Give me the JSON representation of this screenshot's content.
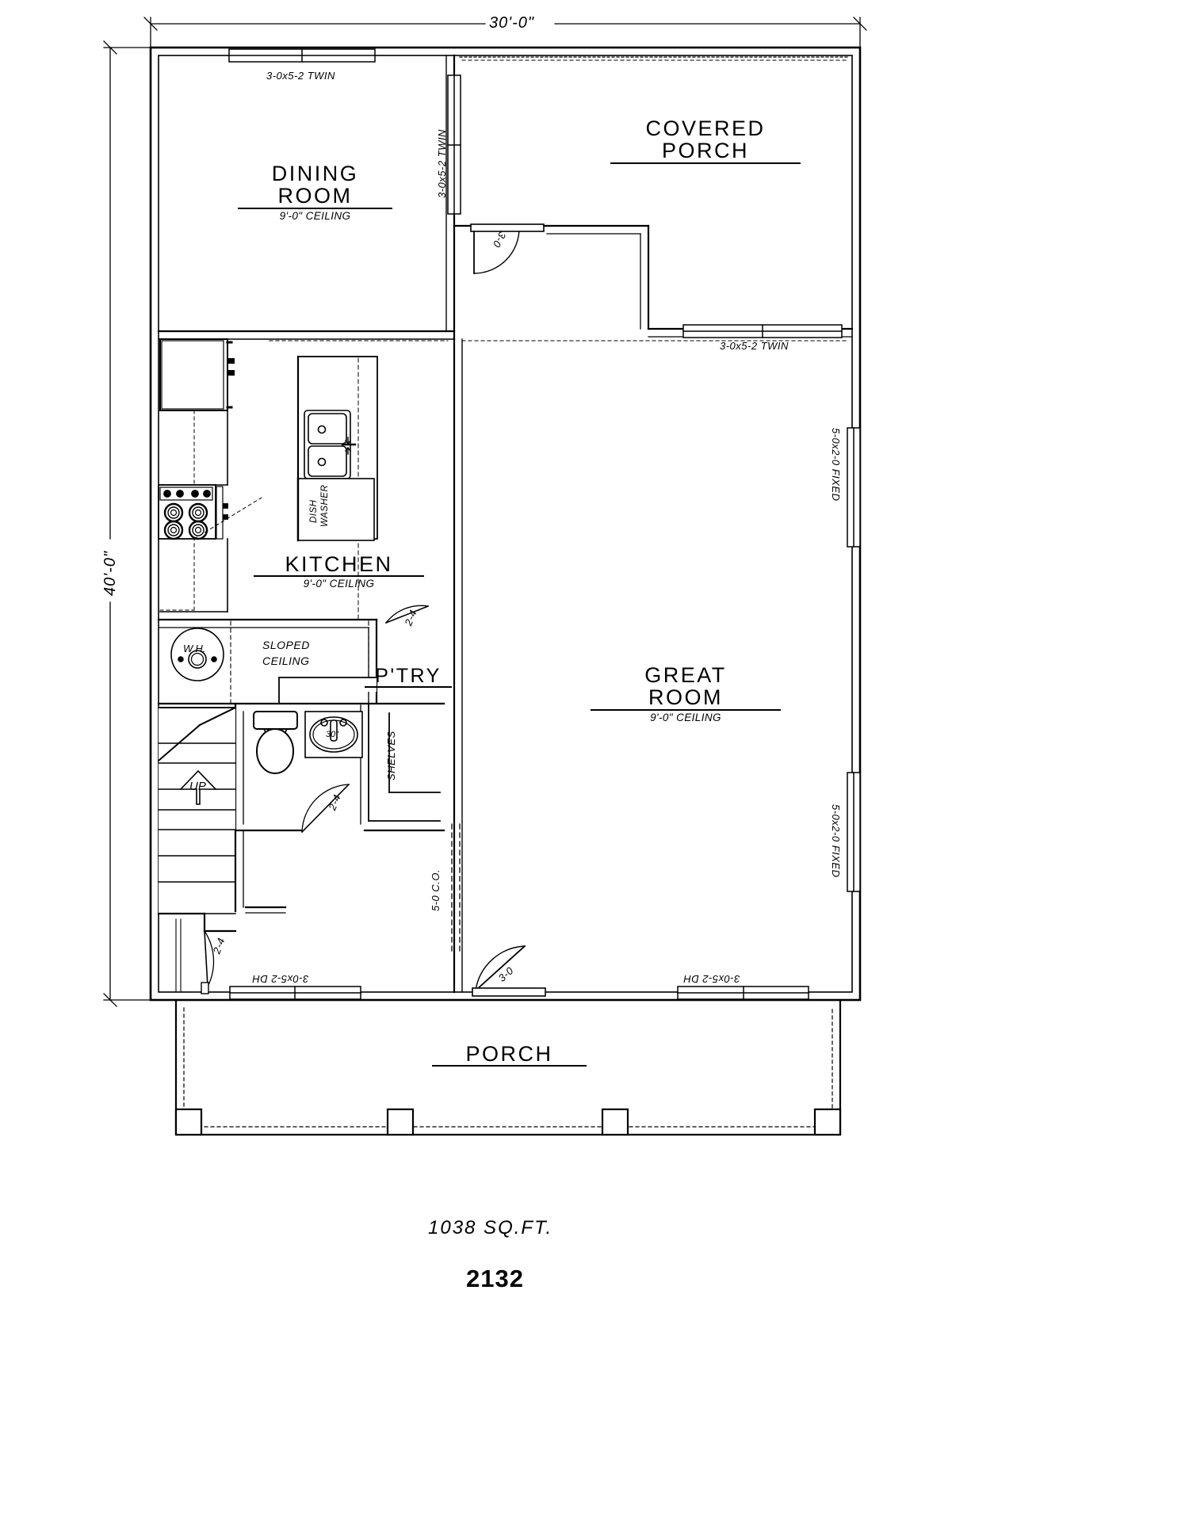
{
  "sheet": {
    "overall_width_dim": "30'-0\"",
    "overall_height_dim": "40'-0\"",
    "square_footage": "1038 SQ.FT.",
    "plan_number": "2132"
  },
  "rooms": [
    {
      "name": "DINING\nROOM",
      "line1": "DINING",
      "line2": "ROOM",
      "ceiling": "9'-0\" CEILING"
    },
    {
      "name": "KITCHEN",
      "line1": "KITCHEN",
      "line2": "",
      "ceiling": "9'-0\" CEILING"
    },
    {
      "name": "GREAT ROOM",
      "line1": "GREAT",
      "line2": "ROOM",
      "ceiling": "9'-0\" CEILING"
    },
    {
      "name": "COVERED PORCH",
      "line1": "COVERED",
      "line2": "PORCH",
      "ceiling": ""
    },
    {
      "name": "PORCH",
      "line1": "PORCH",
      "line2": "",
      "ceiling": ""
    }
  ],
  "labels": {
    "dining_room_1": "DINING",
    "dining_room_2": "ROOM",
    "dining_ceiling": "9'-0\" CEILING",
    "kitchen": "KITCHEN",
    "kitchen_ceiling": "9'-0\" CEILING",
    "great_room_1": "GREAT",
    "great_room_2": "ROOM",
    "great_ceiling": "9'-0\" CEILING",
    "covered_porch_1": "COVERED",
    "covered_porch_2": "PORCH",
    "porch": "PORCH",
    "pantry": "P'TRY",
    "shelves": "SHELVES",
    "sloped_ceiling_1": "SLOPED",
    "sloped_ceiling_2": "CEILING",
    "water_heater": "W.H.",
    "dishwasher_1": "DISH",
    "dishwasher_2": "WASHER",
    "lav_size": "30\"",
    "stair_up": "UP"
  },
  "windows": [
    {
      "id": "win-dining-top",
      "label": "3-0x5-2 TWIN"
    },
    {
      "id": "win-dining-right",
      "label": "3-0x5-2 TWIN"
    },
    {
      "id": "win-covered-porch-bottom",
      "label": "3-0x5-2 TWIN"
    },
    {
      "id": "win-great-right-upper",
      "label": "5-0x2-0 FIXED"
    },
    {
      "id": "win-great-right-lower",
      "label": "5-0x2-0 FIXED"
    },
    {
      "id": "win-front-left",
      "label": "3-0x5-2 DH"
    },
    {
      "id": "win-front-right",
      "label": "3-0x5-2 DH"
    }
  ],
  "doors": [
    {
      "id": "door-porch-entry",
      "label": "3-0"
    },
    {
      "id": "door-front-entry",
      "label": "3-0"
    },
    {
      "id": "door-pantry",
      "label": "2-4"
    },
    {
      "id": "door-bath",
      "label": "2-4"
    },
    {
      "id": "door-utility",
      "label": "2-4"
    },
    {
      "id": "door-cased-opening",
      "label": "5-0 C.O."
    }
  ],
  "colors": {
    "line": "#000000",
    "paper": "#ffffff"
  }
}
